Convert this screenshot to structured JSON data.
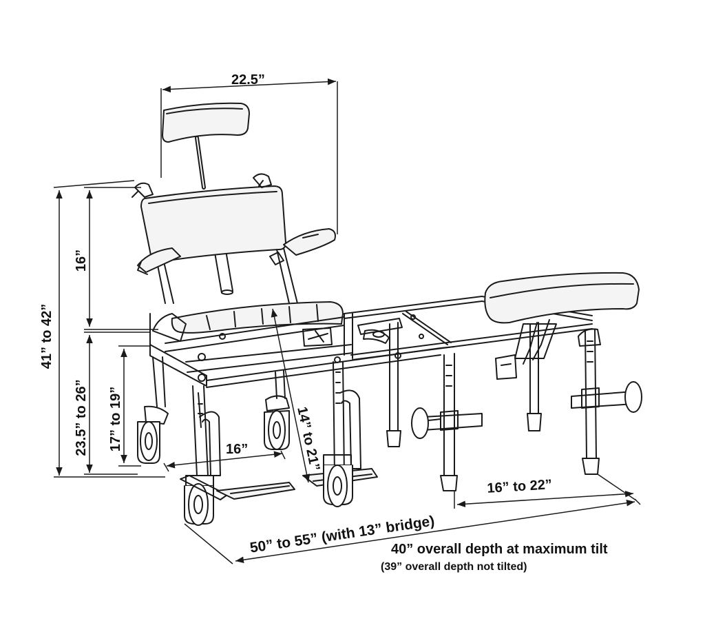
{
  "colors": {
    "line": "#1a1a1a",
    "pad_fill": "#f4f4f4",
    "background": "#ffffff"
  },
  "dimensions": {
    "headrest_width": "22.5”",
    "backrest_height": "16”",
    "overall_height": "41” to 42”",
    "seat_to_floor": "23.5” to 26”",
    "frame_height": "17” to 19”",
    "seat_width": "16”",
    "leg_length": "14” to 21”",
    "bridge_width": "16” to 22”",
    "overall_length": "50” to 55” (with 13” bridge)"
  },
  "notes": {
    "tilt_depth": "40” overall depth at maximum tilt",
    "untilted_depth": "(39” overall depth not tilted)"
  }
}
